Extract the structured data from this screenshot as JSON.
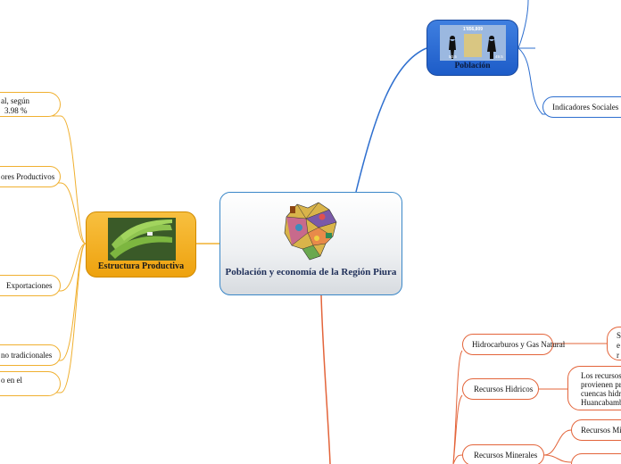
{
  "central": {
    "title": "Población y economía de la Región Piura",
    "image_icon": "piura-map-icon"
  },
  "poblacion": {
    "label": "Población",
    "image": {
      "total": "1'856,809",
      "left_pct": "50.5",
      "right_pct": "49.5"
    }
  },
  "indicadores": {
    "label": "Indicadores Sociales"
  },
  "estructura": {
    "label": "Estructura Productiva",
    "image_icon": "banana-photo-icon"
  },
  "left_leaves": {
    "pbi_line1": "al, según",
    "pbi_line2": "3.98 %",
    "sectores": "ores Productivos",
    "exportaciones": "Exportaciones",
    "no_tradicionales": "no tradicionales",
    "empleo": "o en el"
  },
  "recursos": {
    "hidrocarburos": "Hidrocarburos  y Gas Natural",
    "hidro_note": [
      "S",
      "e",
      "r"
    ],
    "hidricos": "Recursos Hidricos",
    "hidricos_note": [
      "Los recursos",
      "provienen pr",
      "cuencas hidro",
      "Huancabamb"
    ],
    "minerales": "Recursos Minerales",
    "minerales_sub": "Recursos Mi"
  },
  "colors": {
    "blue": "#2e6fcf",
    "yellow": "#f0b030",
    "red": "#e3643a"
  }
}
